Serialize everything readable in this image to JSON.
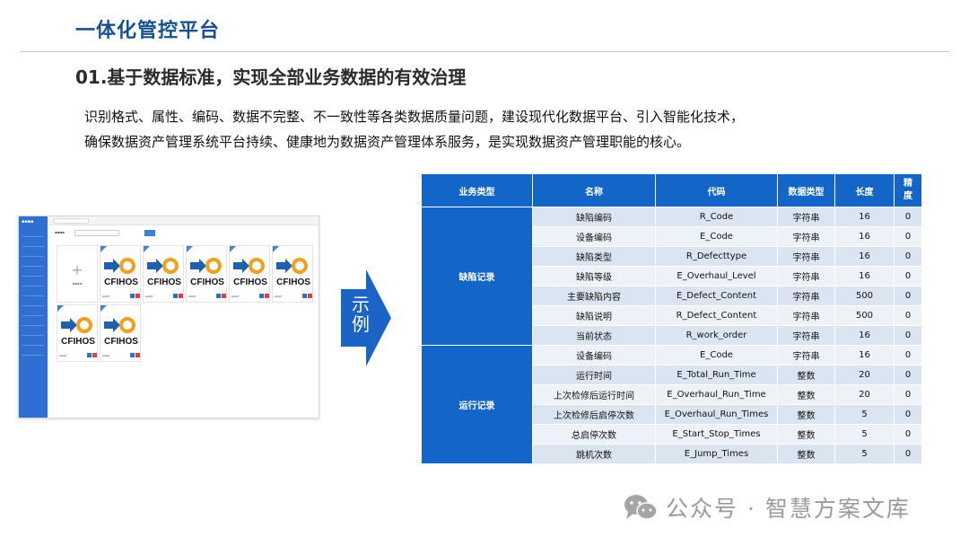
{
  "header": {
    "title": "一体化管控平台"
  },
  "section": {
    "title": "01.基于数据标准，实现全部业务数据的有效治理",
    "desc_line1": "识别格式、属性、编码、数据不完整、不一致性等各类数据质量问题，建设现代化数据平台、引入智能化技术，",
    "desc_line2": "确保数据资产管理系统平台持续、健康地为数据资产管理体系服务，是实现数据资产管理职能的核心。"
  },
  "arrow": {
    "label": "示例"
  },
  "mini_ui": {
    "card_logo_text": "CFIHOS"
  },
  "table": {
    "headers": [
      "业务类型",
      "名称",
      "代码",
      "数据类型",
      "长度",
      "精度"
    ],
    "groups": [
      {
        "category": "缺陷记录",
        "rows": [
          [
            "缺陷编码",
            "R_Code",
            "字符串",
            "16",
            "0"
          ],
          [
            "设备编码",
            "E_Code",
            "字符串",
            "16",
            "0"
          ],
          [
            "缺陷类型",
            "R_Defecttype",
            "字符串",
            "16",
            "0"
          ],
          [
            "缺陷等级",
            "E_Overhaul_Level",
            "字符串",
            "16",
            "0"
          ],
          [
            "主要缺陷内容",
            "E_Defect_Content",
            "字符串",
            "500",
            "0"
          ],
          [
            "缺陷说明",
            "R_Defect_Content",
            "字符串",
            "500",
            "0"
          ],
          [
            "当前状态",
            "R_work_order",
            "字符串",
            "16",
            "0"
          ]
        ]
      },
      {
        "category": "运行记录",
        "rows": [
          [
            "设备编码",
            "E_Code",
            "字符串",
            "16",
            "0"
          ],
          [
            "运行时间",
            "E_Total_Run_Time",
            "整数",
            "20",
            "0"
          ],
          [
            "上次检修后运行时间",
            "E_Overhaul_Run_Time",
            "整数",
            "20",
            "0"
          ],
          [
            "上次检修后启停次数",
            "E_Overhaul_Run_Times",
            "整数",
            "5",
            "0"
          ],
          [
            "总启停次数",
            "E_Start_Stop_Times",
            "整数",
            "5",
            "0"
          ],
          [
            "跳机次数",
            "E_Jump_Times",
            "整数",
            "5",
            "0"
          ]
        ]
      }
    ]
  },
  "watermark": {
    "text": "公众号 · 智慧方案文库",
    "icon": "wechat-icon"
  },
  "colors": {
    "brand": "#16518f",
    "table_header": "#1366c7",
    "arrow": "#1b63c4"
  }
}
